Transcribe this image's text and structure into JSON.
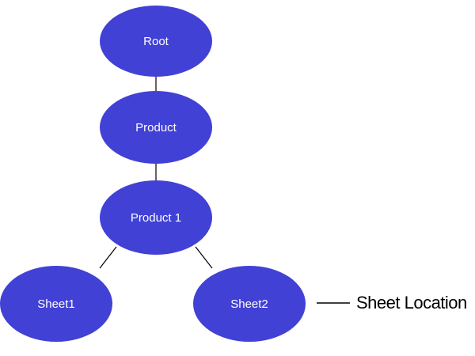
{
  "colors": {
    "node_fill": "#4141d6",
    "node_text": "#ffffff",
    "edge": "#000000"
  },
  "nodes": {
    "root": "Root",
    "product": "Product",
    "product1": "Product 1",
    "sheet1": "Sheet1",
    "sheet2": "Sheet2"
  },
  "annotation": {
    "label": "Sheet Location"
  }
}
